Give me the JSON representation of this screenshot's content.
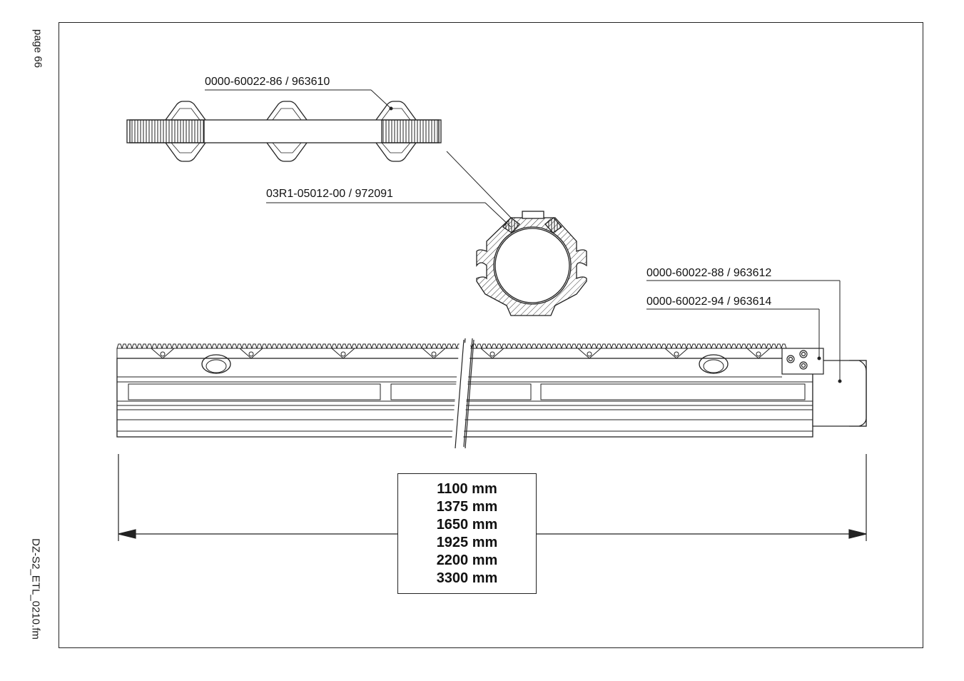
{
  "page_label": "page 66",
  "file_label": "DZ-S2_ETL_0210.fm",
  "parts": {
    "top_rack": "0000-60022-86 / 963610",
    "profile": "03R1-05012-00 / 972091",
    "end_piece_a": "0000-60022-88 / 963612",
    "end_piece_b": "0000-60022-94 / 963614"
  },
  "lengths": [
    "1100 mm",
    "1375 mm",
    "1650 mm",
    "1925 mm",
    "2200 mm",
    "3300 mm"
  ]
}
